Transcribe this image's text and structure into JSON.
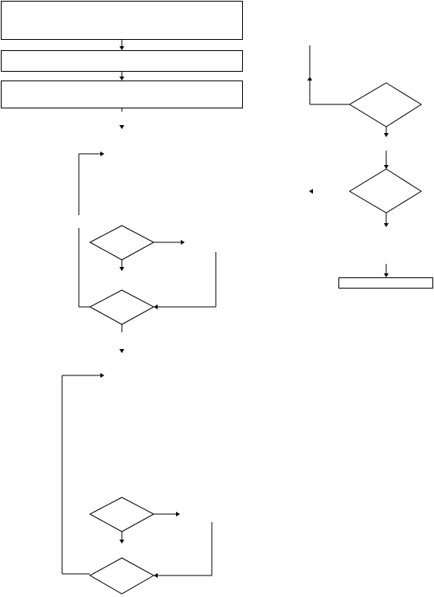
{
  "diagram": {
    "type": "flowchart",
    "colors": {
      "stroke": "#000000",
      "background": "#ffffff"
    },
    "nodes": [
      {
        "id": "box-1",
        "shape": "rectangle",
        "label": ""
      },
      {
        "id": "box-2",
        "shape": "rectangle",
        "label": ""
      },
      {
        "id": "box-3",
        "shape": "rectangle",
        "label": ""
      },
      {
        "id": "diamond-1",
        "shape": "diamond",
        "label": ""
      },
      {
        "id": "diamond-2",
        "shape": "diamond",
        "label": ""
      },
      {
        "id": "diamond-3",
        "shape": "diamond",
        "label": ""
      },
      {
        "id": "diamond-4",
        "shape": "diamond",
        "label": ""
      },
      {
        "id": "diamond-5",
        "shape": "diamond",
        "label": ""
      },
      {
        "id": "diamond-6",
        "shape": "diamond",
        "label": ""
      },
      {
        "id": "box-final",
        "shape": "rectangle",
        "label": ""
      }
    ]
  }
}
